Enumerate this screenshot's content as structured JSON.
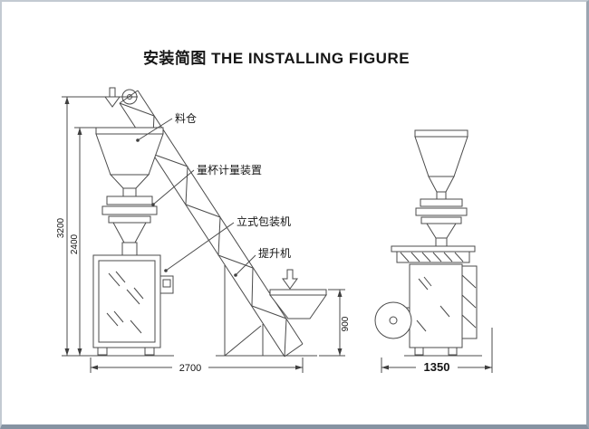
{
  "page": {
    "title": "安装简图 THE INSTALLING FIGURE"
  },
  "callouts": {
    "hopper": "料仓",
    "measuring_device": "量杯计量装置",
    "packing_machine": "立式包装机",
    "elevator": "提升机"
  },
  "dimensions": {
    "overall_height": "3200",
    "machine_height": "2400",
    "feed_inlet_height": "900",
    "front_overall_width": "2700",
    "side_overall_width": "1350"
  },
  "colors": {
    "line": "#4b4b4b",
    "text": "#141414",
    "frame_border": "#8693a2"
  }
}
